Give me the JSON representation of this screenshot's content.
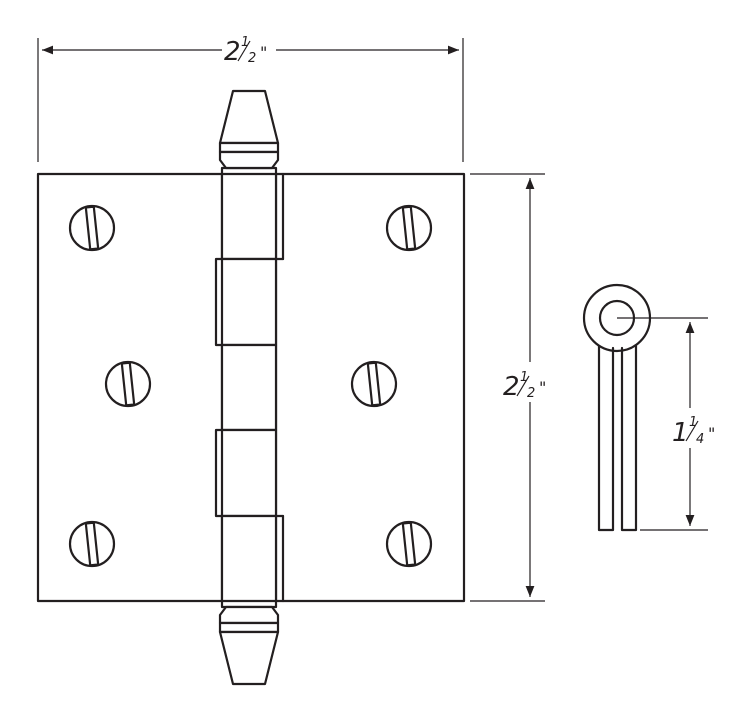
{
  "dimensions": {
    "width": {
      "whole": "2",
      "num": "1",
      "den": "2",
      "unit": "\""
    },
    "height": {
      "whole": "2",
      "num": "1",
      "den": "2",
      "unit": "\""
    },
    "leaf": {
      "whole": "1",
      "num": "1",
      "den": "4",
      "unit": "\""
    }
  },
  "screws": [
    "screw-top-left",
    "screw-top-right",
    "screw-mid-left",
    "screw-mid-right",
    "screw-bottom-left",
    "screw-bottom-right"
  ],
  "colors": {
    "line": "#231f20",
    "background": "#ffffff"
  }
}
